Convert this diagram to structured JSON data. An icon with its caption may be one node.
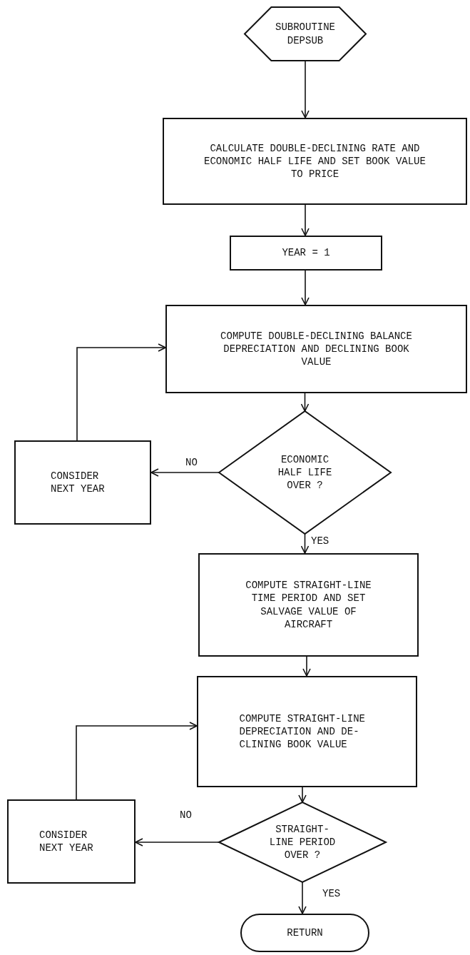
{
  "diagram": {
    "nodes": [
      {
        "text": [
          "SUBROUTINE DEPSUB"
        ]
      },
      {
        "text": [
          "CALCULATE DOUBLE-DECLINING RATE AND ECONOMIC HALF LIFE AND SET BOOK VALUE TO PRICE"
        ]
      },
      {
        "text": [
          "YEAR = 1"
        ]
      },
      {
        "text": [
          "COMPUTE DOUBLE-DECLINING BALANCE DEPRECIATION AND DECLINING BOOK VALUE"
        ]
      },
      {
        "text": [
          "ECONOMIC HALF LIFE OVER ?"
        ]
      },
      {
        "text": [
          "CONSIDER NEXT YEAR"
        ]
      },
      {
        "text": [
          "COMPUTE STRAIGHT-LINE TIME PERIOD AND SET SALVAGE VALUE OF AIRCRAFT"
        ]
      },
      {
        "text": [
          "COMPUTE STRAIGHT-LINE DEPRECIATION AND DE- CLINING BOOK VALUE"
        ]
      },
      {
        "text": [
          "STRAIGHT- LINE PERIOD OVER ?"
        ]
      },
      {
        "text": [
          "CONSIDER NEXT YEAR"
        ]
      },
      {
        "text": [
          "RETURN"
        ]
      }
    ],
    "edges": [
      {
        "from": 0,
        "to": 1,
        "arrow": "to"
      },
      {
        "from": 1,
        "to": 2,
        "arrow": "to"
      },
      {
        "from": 2,
        "to": 3,
        "arrow": "to"
      },
      {
        "from": 3,
        "to": 4,
        "arrow": "to"
      },
      {
        "from": 4,
        "to": 5,
        "arrow": "to",
        "label": "NO"
      },
      {
        "from": 5,
        "to": 3,
        "arrow": "to"
      },
      {
        "from": 4,
        "to": 6,
        "arrow": "to",
        "label": "YES"
      },
      {
        "from": 6,
        "to": 7,
        "arrow": "to"
      },
      {
        "from": 7,
        "to": 8,
        "arrow": "to"
      },
      {
        "from": 8,
        "to": 9,
        "arrow": "to",
        "label": "NO"
      },
      {
        "from": 9,
        "to": 7,
        "arrow": "to"
      },
      {
        "from": 8,
        "to": 10,
        "arrow": "to",
        "label": "YES"
      }
    ]
  }
}
